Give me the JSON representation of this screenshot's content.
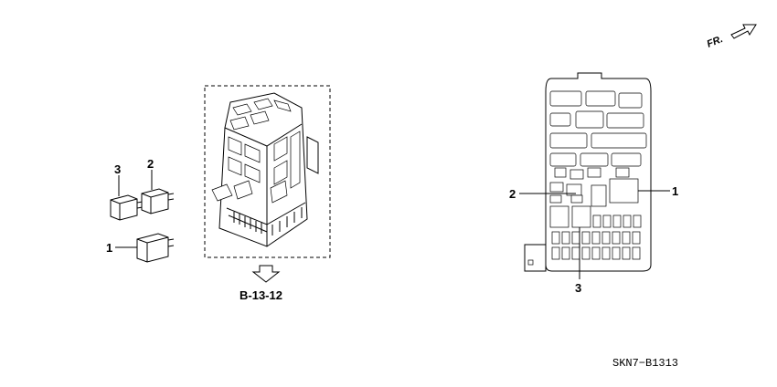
{
  "callouts": {
    "left_relay_3": "3",
    "left_relay_2": "2",
    "left_relay_1": "1",
    "right_1": "1",
    "right_2": "2",
    "right_3": "3"
  },
  "reference": "B-13-12",
  "diagram_code": "SKN7−B1313",
  "direction_label": "FR."
}
